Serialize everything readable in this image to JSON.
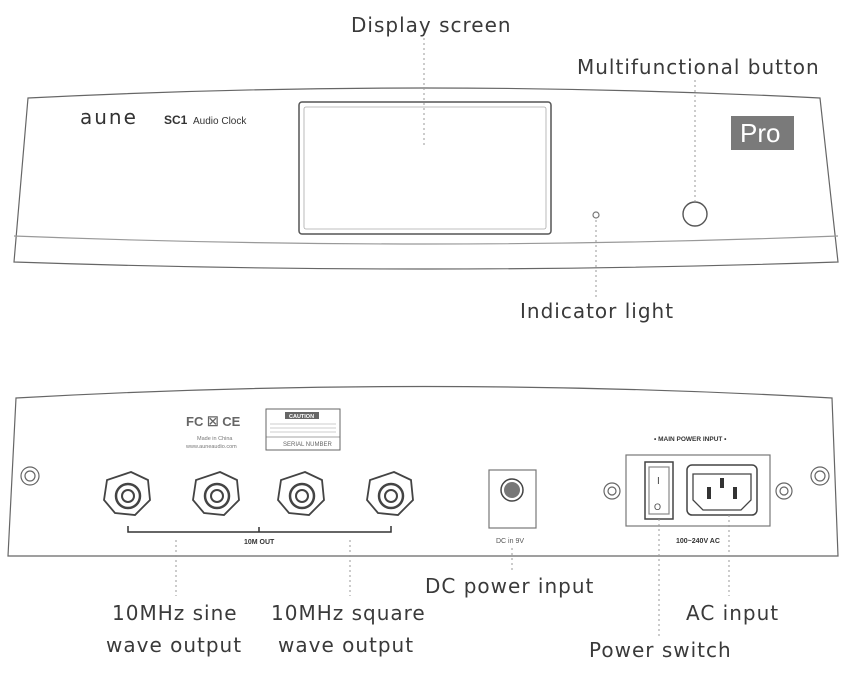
{
  "callouts": {
    "display_screen": "Display screen",
    "multifunctional_button": "Multifunctional button",
    "indicator_light": "Indicator light",
    "dc_power_input": "DC power input",
    "ac_input": "AC input",
    "power_switch": "Power switch",
    "sine_line1": "10MHz sine",
    "sine_line2": "wave output",
    "square_line1": "10MHz square",
    "square_line2": "wave output"
  },
  "front_panel": {
    "brand": "aune",
    "model": "SC1",
    "model_name": "Audio Clock",
    "badge": "Pro"
  },
  "rear_panel": {
    "certifications": "FC ☒ CE",
    "made_in": "Made in China",
    "website": "www.auneaudio.com",
    "caution": "CAUTION",
    "serial": "SERIAL NUMBER",
    "out_label": "10M OUT",
    "dc_label": "DC in 9V",
    "main_power": "• MAIN POWER INPUT •",
    "voltage": "100~240V AC",
    "switch_on": "I",
    "switch_off": "O"
  },
  "colors": {
    "outline": "#555555",
    "callout_text": "#3a3a3a",
    "badge_bg": "#7a7a7a",
    "badge_text": "#ffffff"
  }
}
